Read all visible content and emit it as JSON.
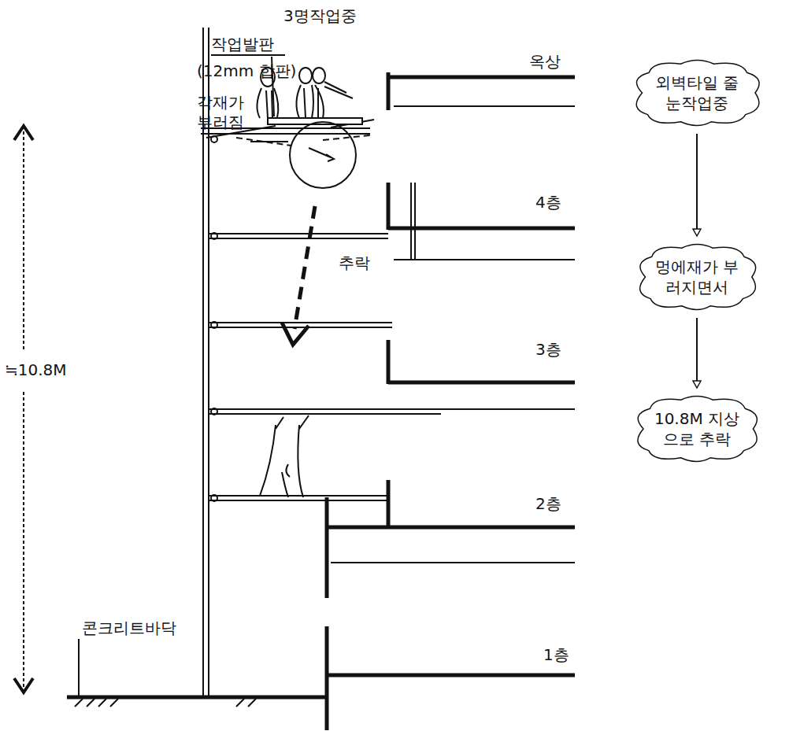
{
  "diagram": {
    "nodes": [
      {
        "text": [
          "외벽타일 줄눈작업중"
        ]
      },
      {
        "text": [
          "멍에재가 부러지면서"
        ]
      },
      {
        "text": [
          "10.8M 지상으로 추락"
        ]
      }
    ],
    "edges": [
      {
        "from": 0,
        "to": 1,
        "arrow": "to"
      },
      {
        "from": 1,
        "to": 2,
        "arrow": "to"
      }
    ],
    "labels": [
      "3명작업중",
      "작업발판",
      "(12mm 합판)",
      "옥상",
      "각재가 부러짐",
      "4층",
      "추락",
      "3층",
      "≒10.8M",
      "2층",
      "콘크리트바닥",
      "1층"
    ]
  }
}
